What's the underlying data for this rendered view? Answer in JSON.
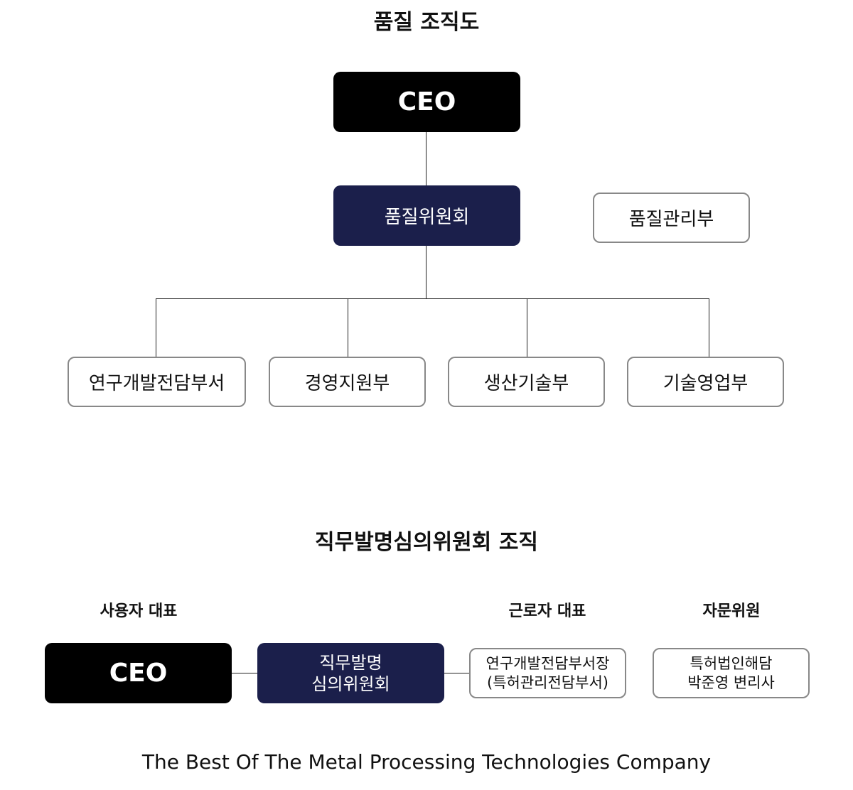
{
  "quality": {
    "title": "품질 조직도",
    "ceo": "CEO",
    "committee": "품질위원회",
    "mgmt": "품질관리부",
    "depts": [
      "연구개발전담부서",
      "경영지원부",
      "생산기술부",
      "기술영업부"
    ]
  },
  "invention": {
    "title": "직무발명심의위원회 조직",
    "labels": {
      "user": "사용자 대표",
      "worker": "근로자 대표",
      "advisor": "자문위원"
    },
    "ceo": "CEO",
    "committee_line1": "직무발명",
    "committee_line2": "심의위원회",
    "worker_line1": "연구개발전담부서장",
    "worker_line2": "(특허관리전담부서)",
    "advisor_line1": "특허법인해담",
    "advisor_line2": "박준영 변리사"
  },
  "footer": "The Best Of The Metal Processing Technologies Company",
  "colors": {
    "navy": "#1b1f4b",
    "black": "#000000",
    "border": "#888888"
  }
}
